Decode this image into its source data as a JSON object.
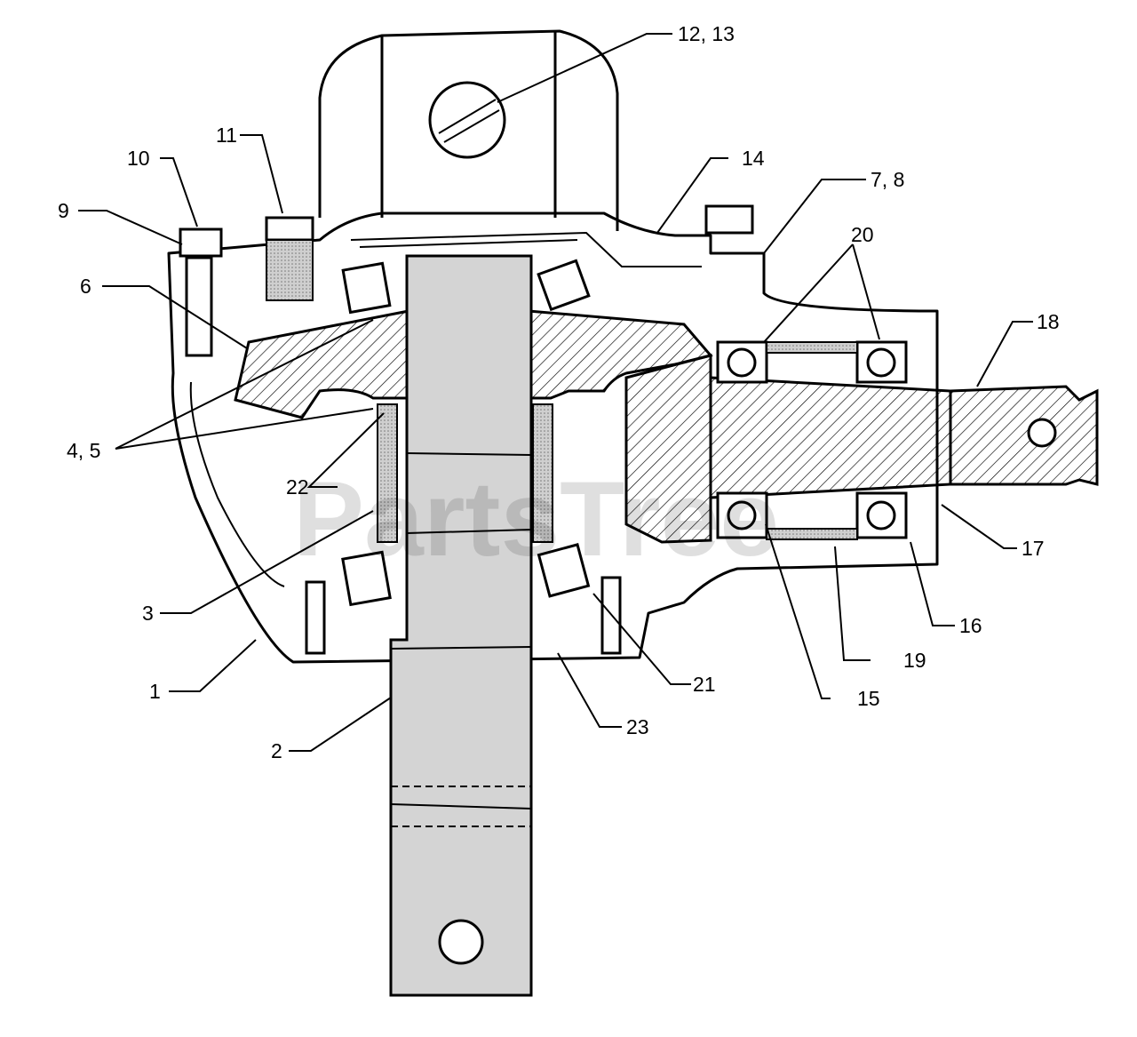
{
  "watermark": "PartsTree",
  "callouts": [
    {
      "id": "c1",
      "label": "1"
    },
    {
      "id": "c2",
      "label": "2"
    },
    {
      "id": "c3",
      "label": "3"
    },
    {
      "id": "c45",
      "label": "4, 5"
    },
    {
      "id": "c6",
      "label": "6"
    },
    {
      "id": "c78",
      "label": "7, 8"
    },
    {
      "id": "c9",
      "label": "9"
    },
    {
      "id": "c10",
      "label": "10"
    },
    {
      "id": "c11",
      "label": "11"
    },
    {
      "id": "c1213",
      "label": "12, 13"
    },
    {
      "id": "c14",
      "label": "14"
    },
    {
      "id": "c15",
      "label": "15"
    },
    {
      "id": "c16",
      "label": "16"
    },
    {
      "id": "c17",
      "label": "17"
    },
    {
      "id": "c18",
      "label": "18"
    },
    {
      "id": "c19",
      "label": "19"
    },
    {
      "id": "c20",
      "label": "20"
    },
    {
      "id": "c21",
      "label": "21"
    },
    {
      "id": "c22",
      "label": "22"
    },
    {
      "id": "c23",
      "label": "23"
    }
  ]
}
